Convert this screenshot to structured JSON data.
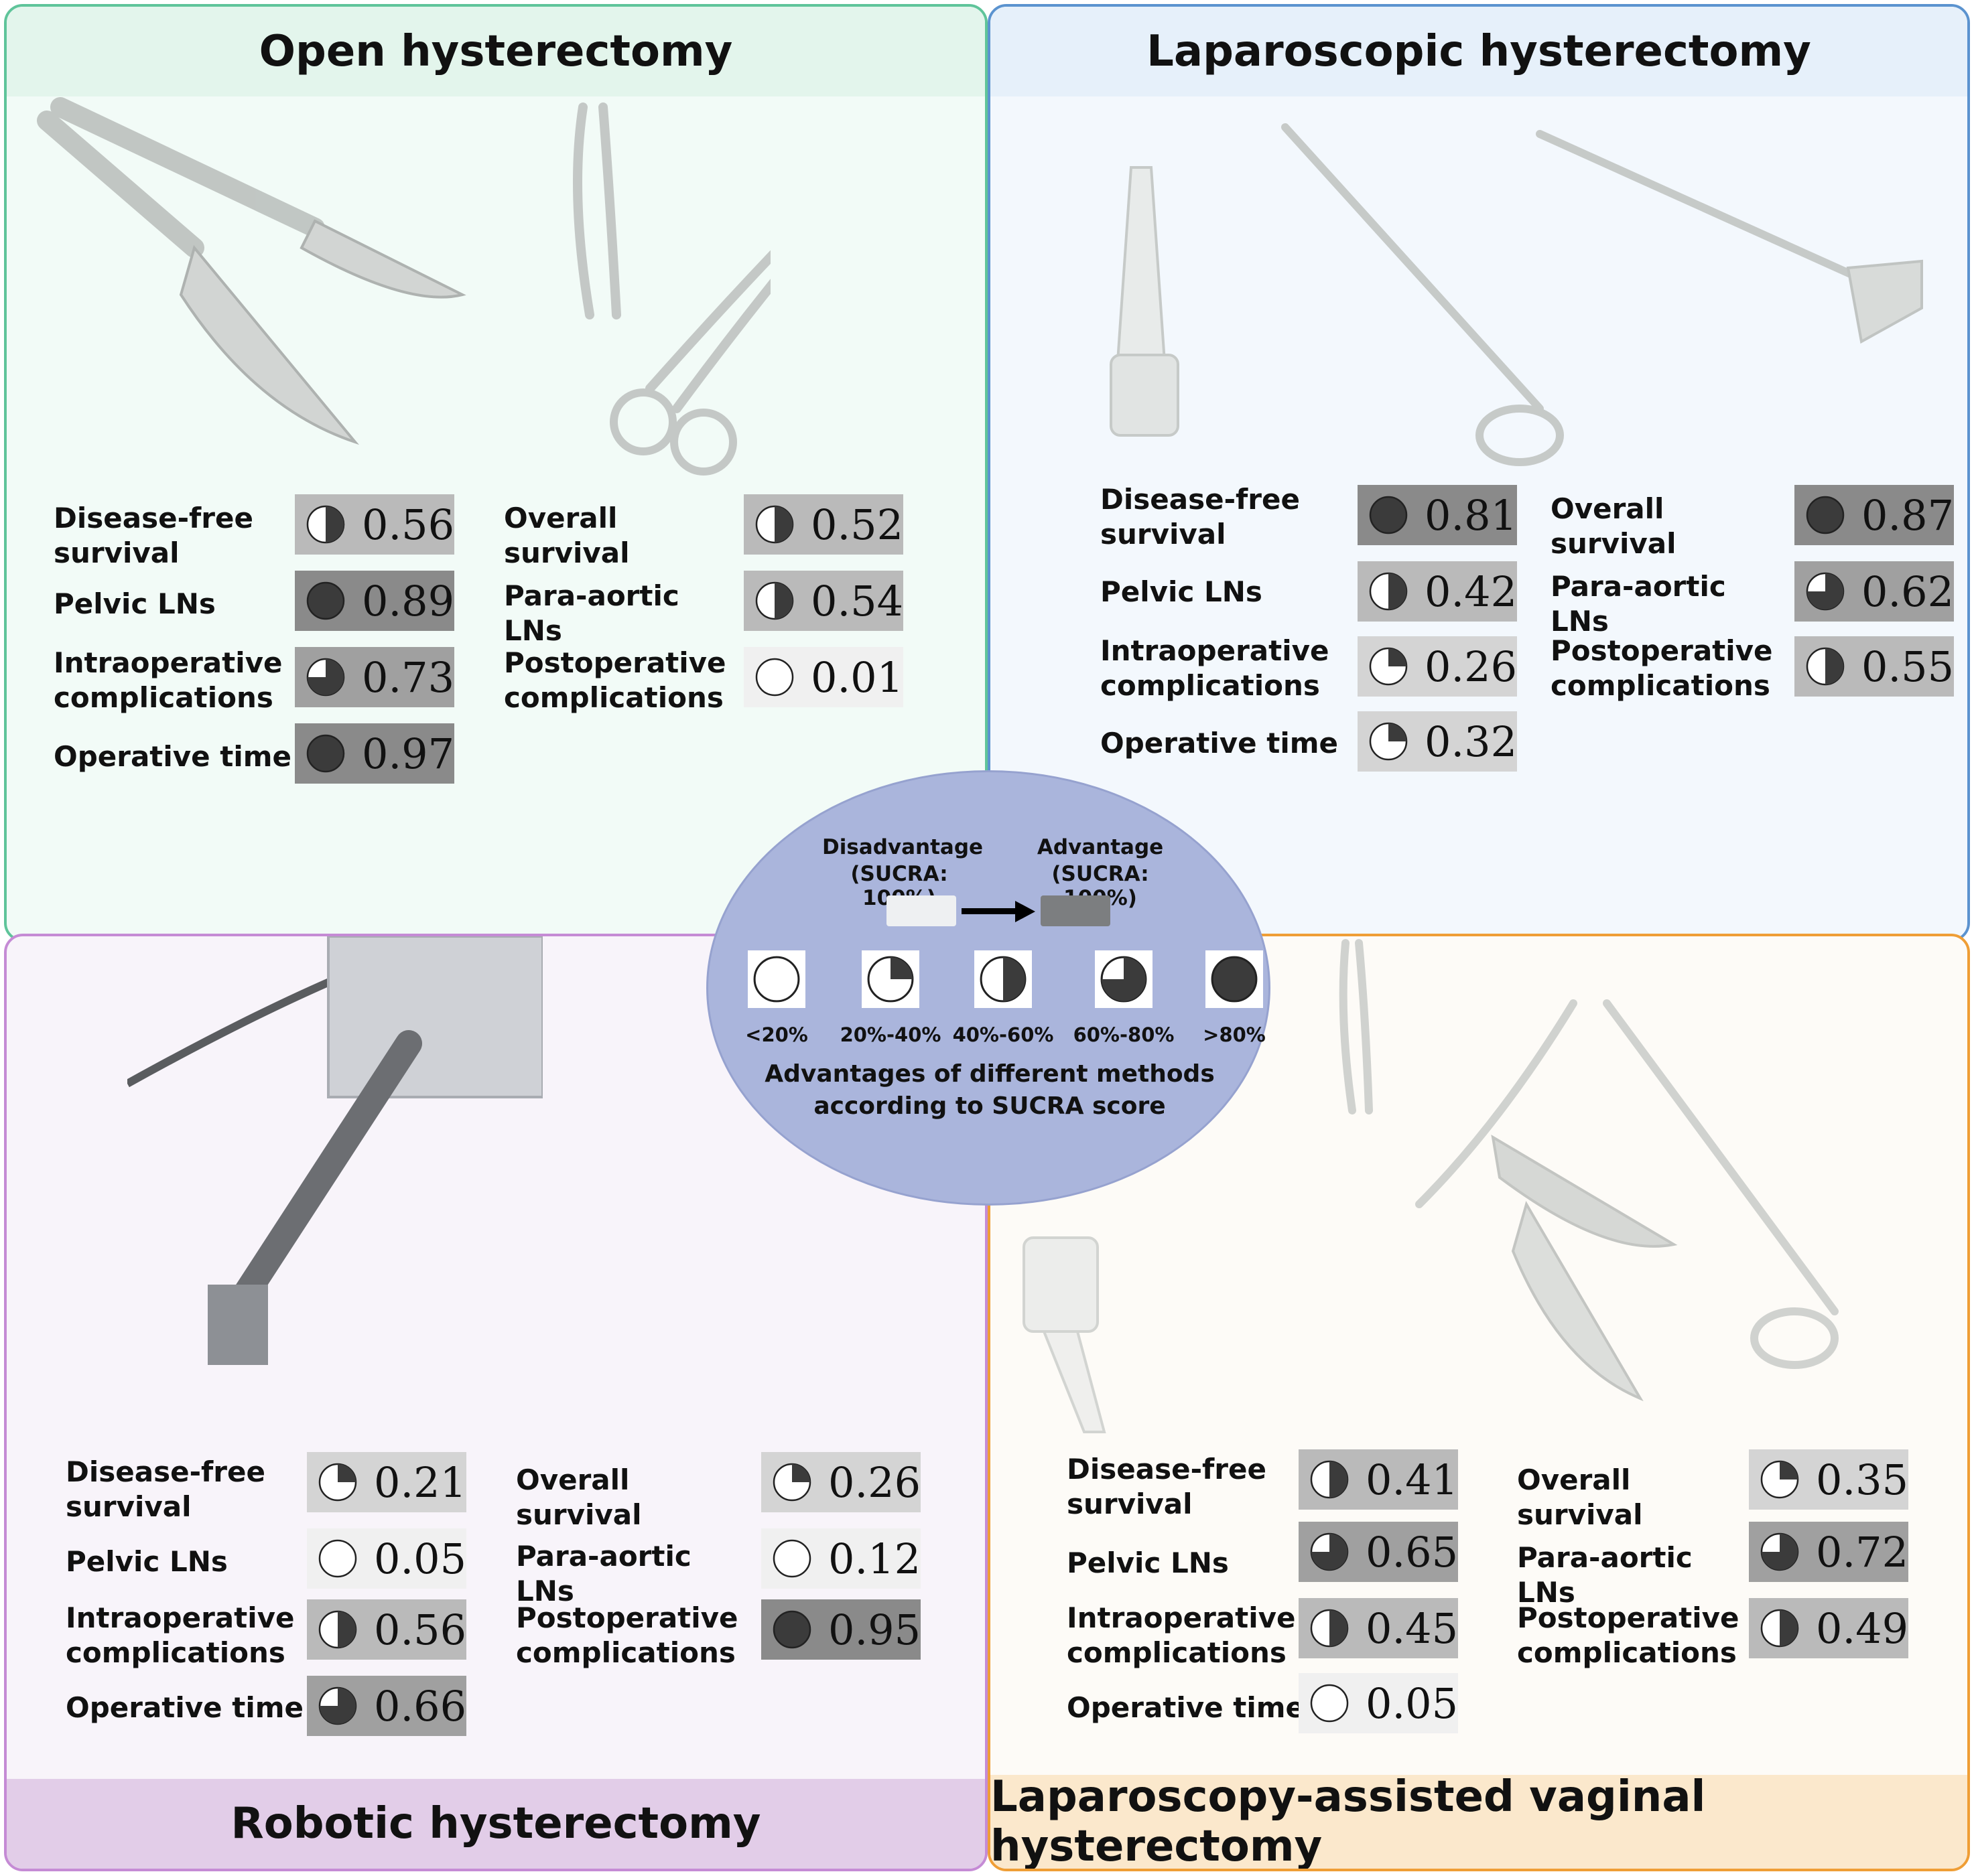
{
  "legend": {
    "disadvantage": "Disadvantage",
    "disadvantage_sub": "(SUCRA: 100%)",
    "advantage": "Advantage",
    "advantage_sub": "(SUCRA: 100%)",
    "bins": [
      "<20%",
      "20%-40%",
      "40%-60%",
      "60%-80%",
      ">80%"
    ],
    "caption_line1": "Advantages of different methods",
    "caption_line2": "according to SUCRA score"
  },
  "panels": [
    {
      "title": "Open hysterectomy",
      "metrics": [
        {
          "label": "Disease-free survival",
          "value": "0.56"
        },
        {
          "label": "Pelvic LNs",
          "value": "0.89"
        },
        {
          "label": "Intraoperative complications",
          "value": "0.73"
        },
        {
          "label": "Operative time",
          "value": "0.97"
        },
        {
          "label": "Overall survival",
          "value": "0.52"
        },
        {
          "label": "Para-aortic LNs",
          "value": "0.54"
        },
        {
          "label": "Postoperative complications",
          "value": "0.01"
        }
      ]
    },
    {
      "title": "Laparoscopic hysterectomy",
      "metrics": [
        {
          "label": "Disease-free survival",
          "value": "0.81"
        },
        {
          "label": "Pelvic LNs",
          "value": "0.42"
        },
        {
          "label": "Intraoperative complications",
          "value": "0.26"
        },
        {
          "label": "Operative time",
          "value": "0.32"
        },
        {
          "label": "Overall survival",
          "value": "0.87"
        },
        {
          "label": "Para-aortic LNs",
          "value": "0.62"
        },
        {
          "label": "Postoperative complications",
          "value": "0.55"
        }
      ]
    },
    {
      "title": "Robotic hysterectomy",
      "metrics": [
        {
          "label": "Disease-free survival",
          "value": "0.21"
        },
        {
          "label": "Pelvic LNs",
          "value": "0.05"
        },
        {
          "label": "Intraoperative complications",
          "value": "0.56"
        },
        {
          "label": "Operative time",
          "value": "0.66"
        },
        {
          "label": "Overall survival",
          "value": "0.26"
        },
        {
          "label": "Para-aortic LNs",
          "value": "0.12"
        },
        {
          "label": "Postoperative complications",
          "value": "0.95"
        }
      ]
    },
    {
      "title": "Laparoscopy-assisted vaginal hysterectomy",
      "metrics": [
        {
          "label": "Disease-free survival",
          "value": "0.41"
        },
        {
          "label": "Pelvic LNs",
          "value": "0.65"
        },
        {
          "label": "Intraoperative complications",
          "value": "0.45"
        },
        {
          "label": "Operative time",
          "value": "0.05"
        },
        {
          "label": "Overall survival",
          "value": "0.35"
        },
        {
          "label": "Para-aortic LNs",
          "value": "0.72"
        },
        {
          "label": "Postoperative complications",
          "value": "0.49"
        }
      ]
    }
  ]
}
